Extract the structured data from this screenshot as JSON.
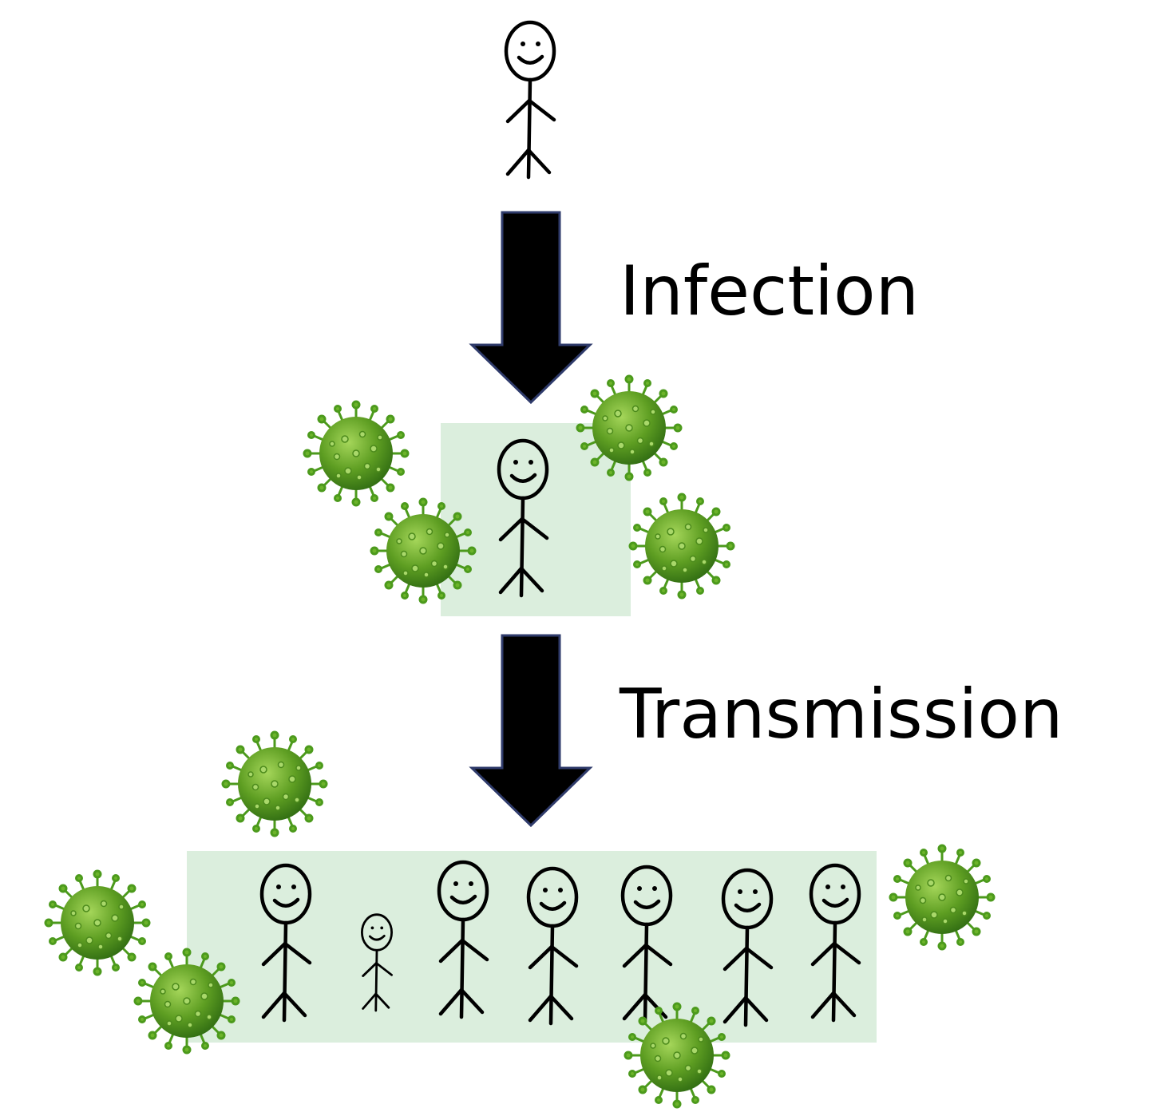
{
  "labels": {
    "infection": "Infection",
    "transmission": "Transmission"
  },
  "colors": {
    "box_fill": "#dbeedd",
    "arrow_fill": "#000000",
    "arrow_stroke": "#2f3b6b",
    "virus_body_dark": "#2f6b12",
    "virus_body_light": "#8cc63f",
    "virus_spike": "#4c9a1c",
    "stick_figure": "#000000"
  },
  "icons": {
    "person": "stick-figure-icon",
    "virus": "virus-icon",
    "arrow": "down-arrow-icon"
  },
  "stages": [
    {
      "name": "healthy-person",
      "people": 1
    },
    {
      "name": "infected-person",
      "people": 1,
      "viruses": 4
    },
    {
      "name": "transmission-group",
      "people": 7,
      "viruses": 5
    }
  ]
}
